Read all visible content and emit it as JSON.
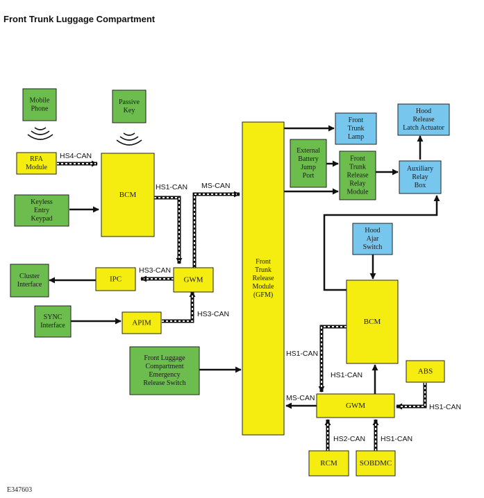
{
  "title": "Front Trunk Luggage Compartment",
  "reference": "E347603",
  "colors": {
    "yellow": "#f5ec10",
    "green": "#6cbc4e",
    "blue": "#76c6ee",
    "line": "#111111"
  },
  "modules": {
    "mobile_phone": [
      "Mobile",
      "Phone"
    ],
    "passive_key": [
      "Passive",
      "Key"
    ],
    "rfa_module": [
      "RFA",
      "Module"
    ],
    "bcm_left": [
      "BCM"
    ],
    "keyless_entry_keypad": [
      "Keyless",
      "Entry",
      "Keypad"
    ],
    "cluster_interface": [
      "Cluster",
      "Interface"
    ],
    "ipc": [
      "IPC"
    ],
    "gwm_left": [
      "GWM"
    ],
    "sync_interface": [
      "SYNC",
      "Interface"
    ],
    "apim": [
      "APIM"
    ],
    "front_luggage_switch": [
      "Front Luggage",
      "Compartment",
      "Emergency",
      "Release Switch"
    ],
    "gfm": [
      "Front",
      "Trunk",
      "Release",
      "Module",
      "(GFM)"
    ],
    "front_trunk_lamp": [
      "Front",
      "Trunk",
      "Lamp"
    ],
    "external_battery_jump_port": [
      "External",
      "Battery",
      "Jump",
      "Port"
    ],
    "front_trunk_release_relay_module": [
      "Front",
      "Trunk",
      "Release",
      "Relay",
      "Module"
    ],
    "hood_release_latch_actuator": [
      "Hood",
      "Release",
      "Latch Actuator"
    ],
    "auxiliary_relay_box": [
      "Auxiliary",
      "Relay",
      "Box"
    ],
    "hood_ajar_switch": [
      "Hood",
      "Ajar",
      "Switch"
    ],
    "bcm_right": [
      "BCM"
    ],
    "abs": [
      "ABS"
    ],
    "gwm_right": [
      "GWM"
    ],
    "rcm": [
      "RCM"
    ],
    "sobdmc": [
      "SOBDMC"
    ]
  },
  "bus_labels": {
    "hs4_can": "HS4-CAN",
    "hs1_can_bcm_left": "HS1-CAN",
    "ms_can_top": "MS-CAN",
    "hs3_can_ipc": "HS3-CAN",
    "hs3_can_apim": "HS3-CAN",
    "hs1_can_right_vertical": "HS1-CAN",
    "hs1_can_bcm_right": "HS1-CAN",
    "ms_can_bottom": "MS-CAN",
    "hs1_can_abs": "HS1-CAN",
    "hs2_can_rcm": "HS2-CAN",
    "hs1_can_sobdmc": "HS1-CAN"
  }
}
